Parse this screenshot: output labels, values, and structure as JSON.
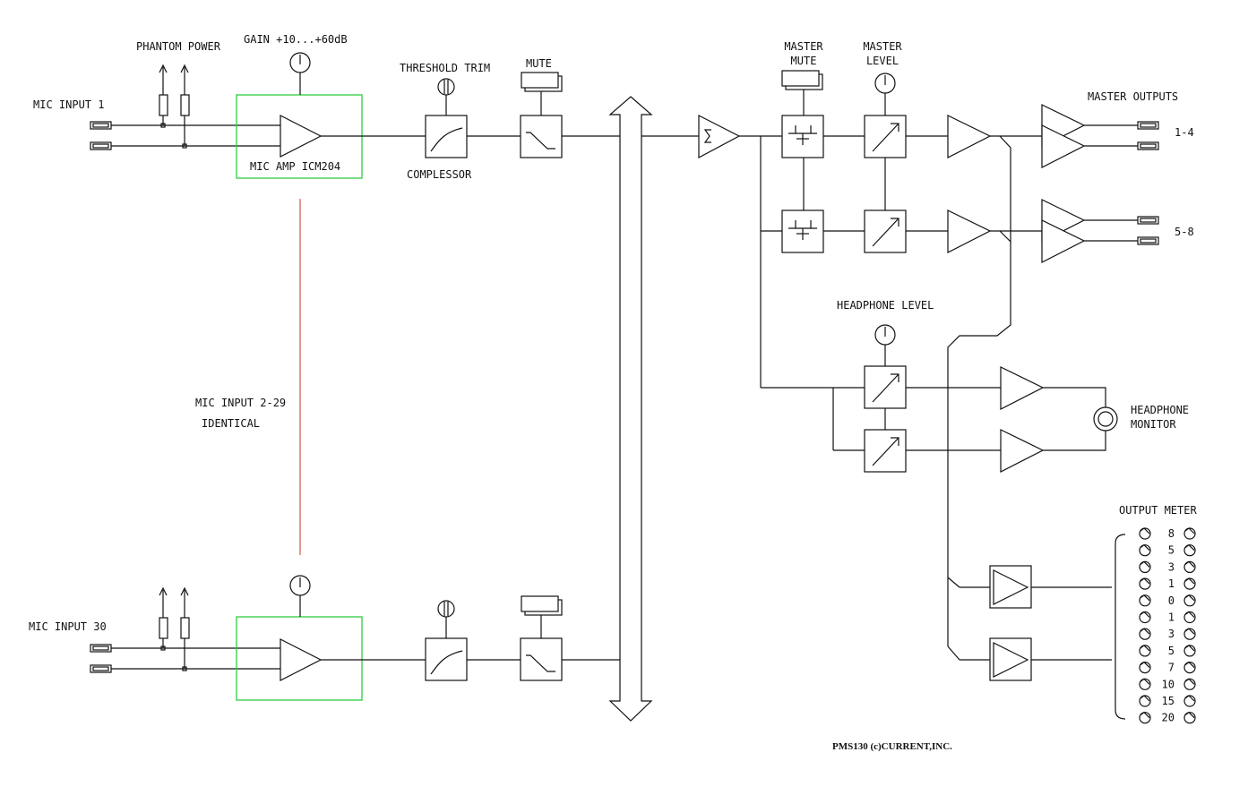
{
  "labels": {
    "mic_input_1": "MIC INPUT 1",
    "mic_input_30": "MIC INPUT 30",
    "phantom_power": "PHANTOM POWER",
    "gain": "GAIN +10...+60dB",
    "mic_amp": "MIC AMP ICM204",
    "threshold_trim": "THRESHOLD TRIM",
    "complessor": "COMPLESSOR",
    "mute": "MUTE",
    "mic_input_2_29_line1": "MIC INPUT 2-29",
    "mic_input_2_29_line2": "IDENTICAL",
    "master_mute_line1": "MASTER",
    "master_mute_line2": "MUTE",
    "master_level_line1": "MASTER",
    "master_level_line2": "LEVEL",
    "master_outputs": "MASTER OUTPUTS",
    "outputs_1_4": "1-4",
    "outputs_5_8": "5-8",
    "headphone_level": "HEADPHONE LEVEL",
    "headphone_monitor_line1": "HEADPHONE",
    "headphone_monitor_line2": "MONITOR",
    "output_meter": "OUTPUT METER",
    "credit": "PMS130 (c)CURRENT,INC."
  },
  "meter_scale": [
    "8",
    "5",
    "3",
    "1",
    "0",
    "1",
    "3",
    "5",
    "7",
    "10",
    "15",
    "20"
  ],
  "colors": {
    "line": "#111111",
    "mic_amp_box": "#2ecc40",
    "identical_channels_line": "#c0392b"
  },
  "icons": [
    "connector-icon",
    "knob-icon",
    "trim-knob-icon",
    "amplifier-icon",
    "compressor-icon",
    "switch-icon",
    "summing-amp-icon",
    "mute-switch-icon",
    "level-control-icon",
    "headphone-jack-icon",
    "meter-led-icon",
    "bus-arrow-icon"
  ]
}
